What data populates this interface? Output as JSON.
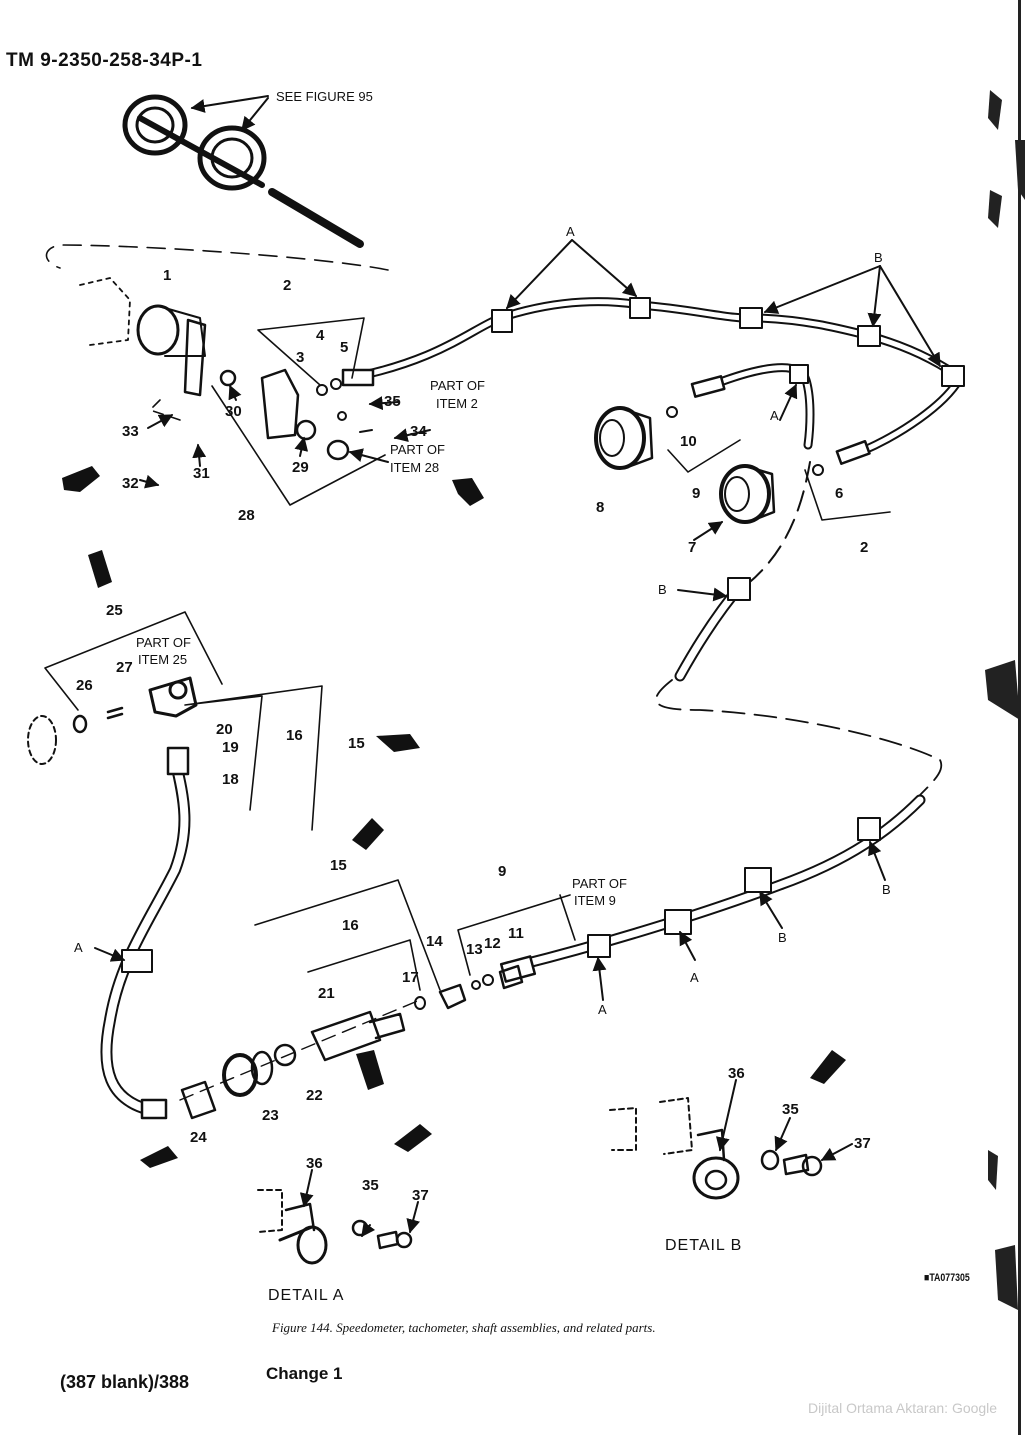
{
  "header": {
    "tm_number": "TM 9-2350-258-34P-1"
  },
  "figure": {
    "caption": "Figure 144.  Speedometer, tachometer, shaft assemblies, and related parts.",
    "plate_id": "TA077305"
  },
  "callouts": {
    "see_figure": "SEE FIGURE 95",
    "part_of_item_2": [
      "PART OF",
      "ITEM 2"
    ],
    "part_of_item_28": [
      "PART OF",
      "ITEM 28"
    ],
    "part_of_item_25": [
      "PART OF",
      "ITEM 25"
    ],
    "part_of_item_9": [
      "PART OF",
      "ITEM  9"
    ],
    "detail_a": "DETAIL  A",
    "detail_b": "DETAIL  B"
  },
  "item_numbers": [
    "1",
    "2",
    "3",
    "4",
    "5",
    "6",
    "7",
    "8",
    "9",
    "10",
    "11",
    "12",
    "13",
    "14",
    "15",
    "16",
    "17",
    "18",
    "19",
    "20",
    "21",
    "22",
    "23",
    "24",
    "25",
    "26",
    "27",
    "28",
    "29",
    "30",
    "31",
    "32",
    "33",
    "34",
    "35",
    "36",
    "37"
  ],
  "clamp_letters": [
    "A",
    "B"
  ],
  "footer": {
    "page": "(387 blank)/388",
    "change": "Change 1",
    "scan_credit": "Dijital Ortama Aktaran: Google"
  }
}
